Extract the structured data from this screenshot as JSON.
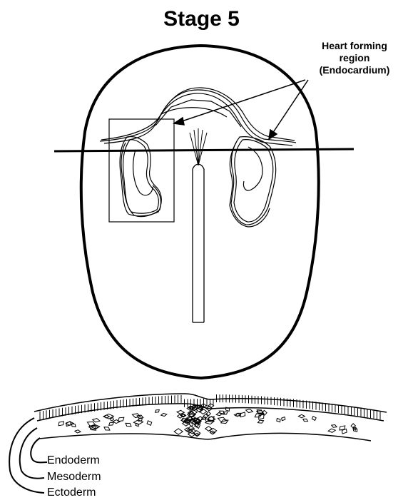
{
  "title": "Stage 5",
  "annotation": {
    "line1": "Heart forming",
    "line2": "region",
    "line3": "(Endocardium)"
  },
  "layers": {
    "endoderm": "Endoderm",
    "mesoderm": "Mesoderm",
    "ectoderm": "Ectoderm"
  }
}
